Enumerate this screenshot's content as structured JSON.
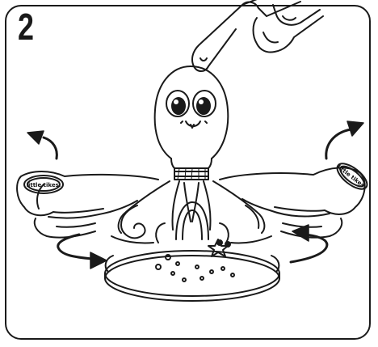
{
  "step": {
    "number": "2"
  },
  "badges": {
    "left": "little tikes.",
    "right": "little tikes."
  },
  "colors": {
    "line": "#1a1a1a",
    "background": "#ffffff"
  },
  "icons": [
    "pointing-hand-icon",
    "octopus-toy-icon",
    "rotate-arrow-icon"
  ]
}
